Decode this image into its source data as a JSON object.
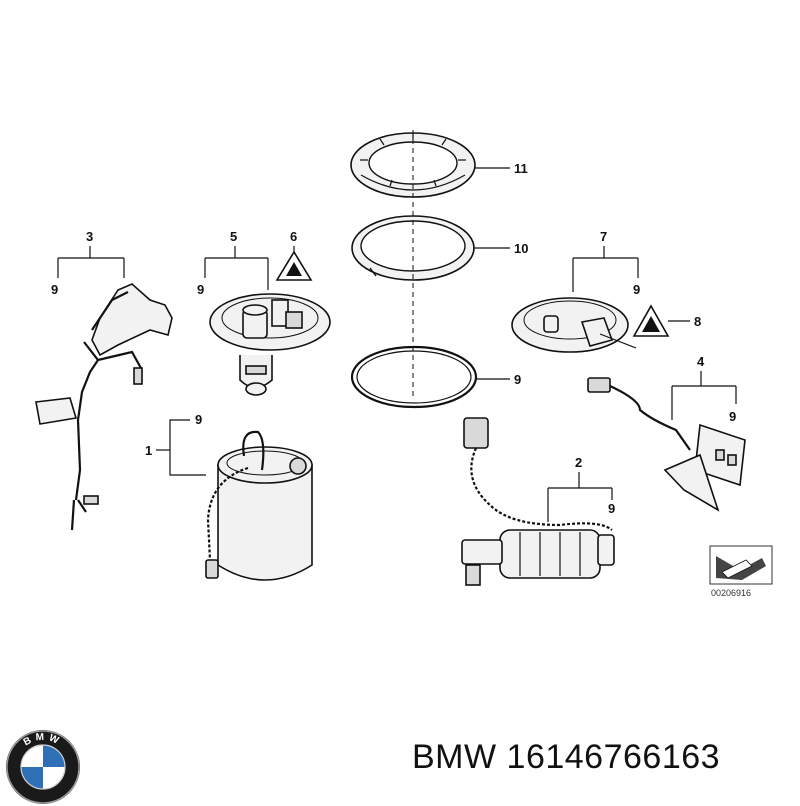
{
  "callouts": {
    "c1": "1",
    "c2": "2",
    "c3": "3",
    "c4": "4",
    "c5": "5",
    "c6": "6",
    "c7": "7",
    "c8": "8",
    "c9": "9",
    "c10": "10",
    "c11": "11"
  },
  "diagram_ref": "00206916",
  "caption": {
    "brand": "BMW",
    "part_number": "16146766163"
  },
  "logo": {
    "text": "BMW",
    "colors": {
      "blue": "#2f6fb5",
      "white": "#ffffff",
      "ring": "#1a1a1a"
    }
  }
}
